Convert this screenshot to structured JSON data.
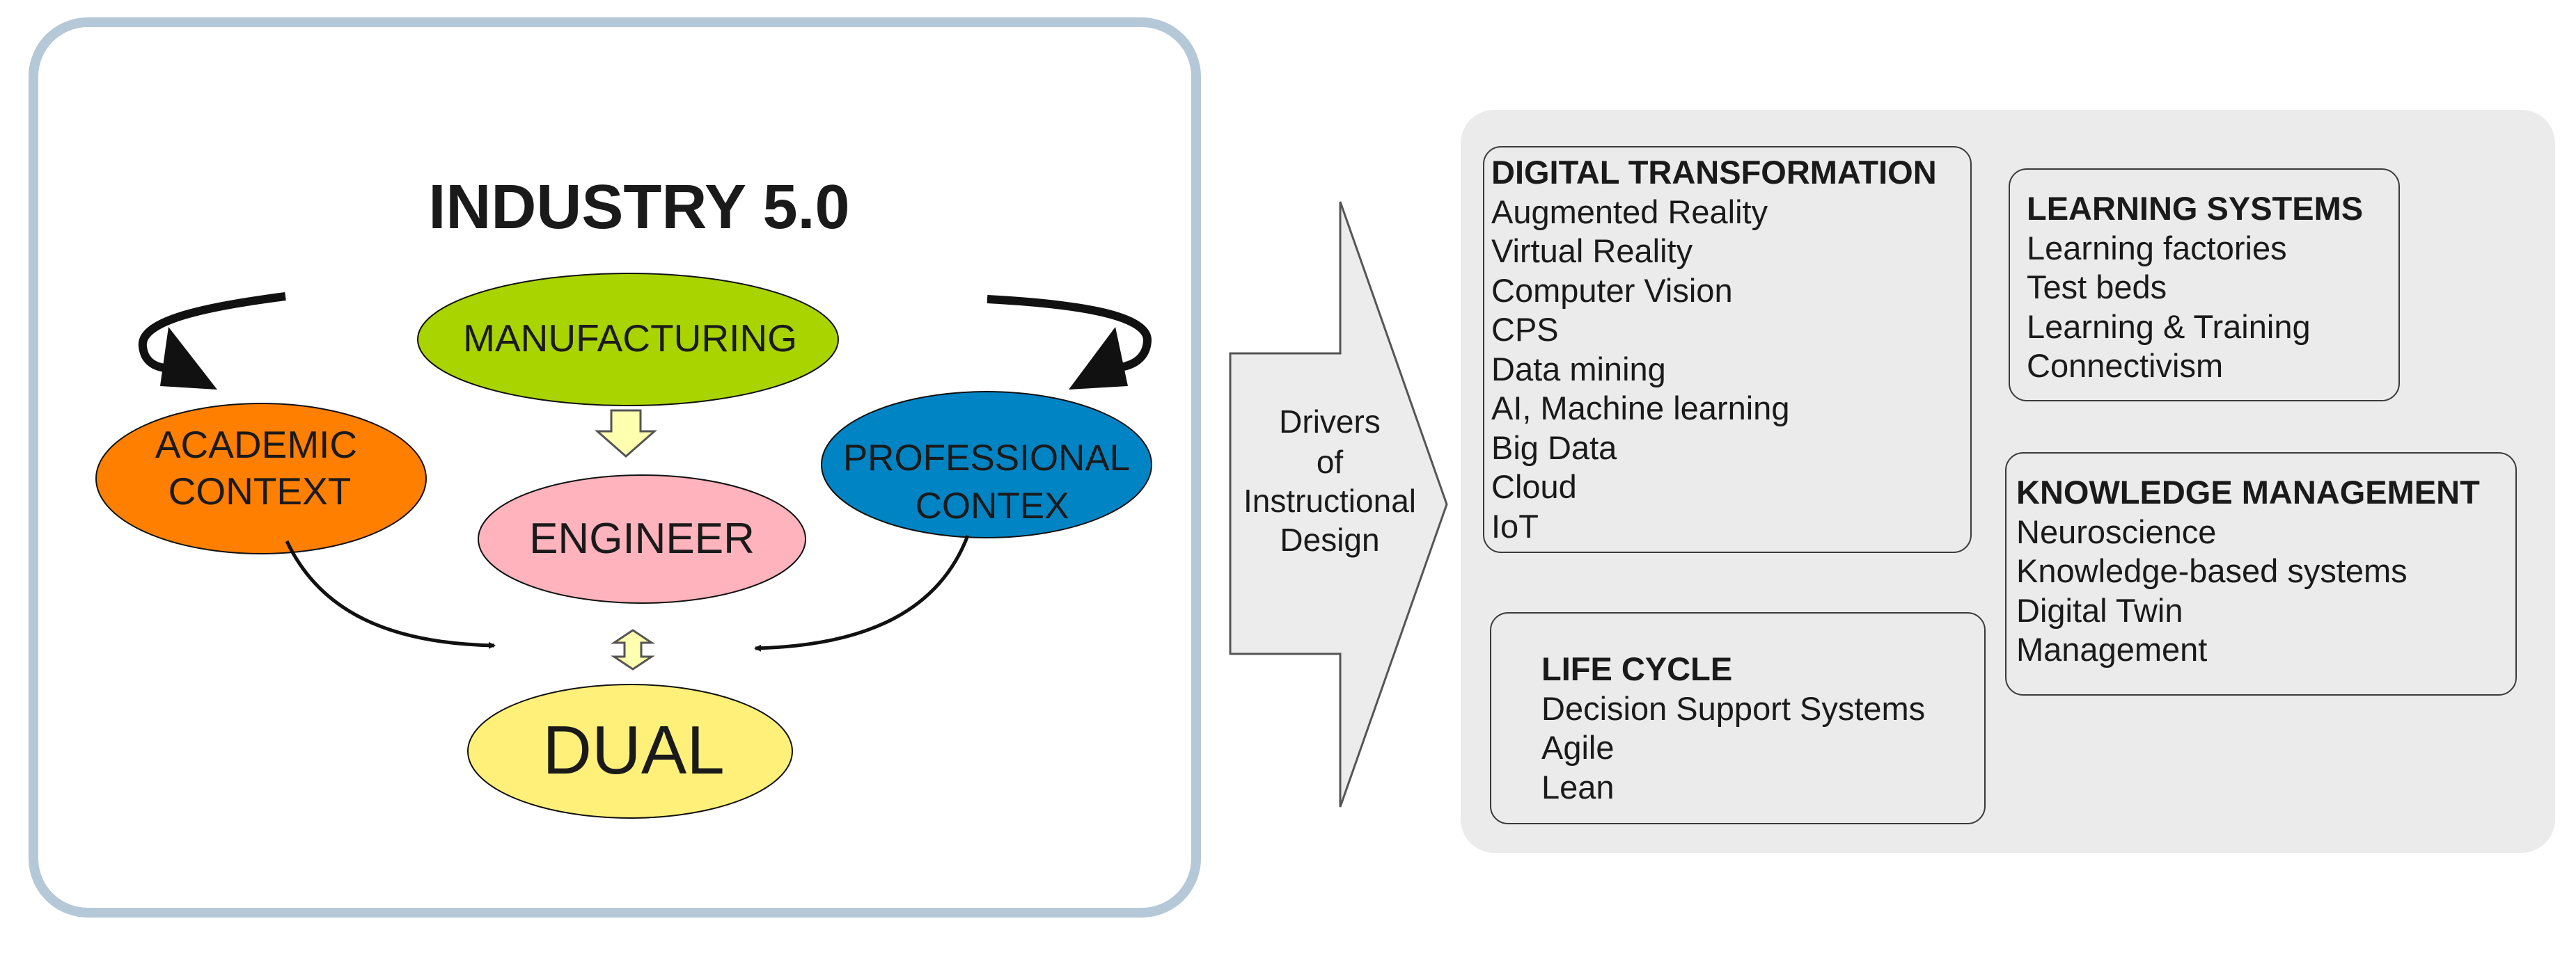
{
  "left_panel": {
    "title": "INDUSTRY 5.0",
    "nodes": {
      "manufacturing": "MANUFACTURING",
      "academic_line1": "ACADEMIC",
      "academic_line2": "CONTEXT",
      "professional_line1": "PROFESSIONAL",
      "professional_line2": "CONTEX",
      "engineer": "ENGINEER",
      "dual": "DUAL"
    },
    "colors": {
      "manufacturing": "#aad400",
      "academic": "#ff7f00",
      "professional": "#0084c4",
      "engineer": "#ffb3bd",
      "dual": "#fff07a",
      "frame": "#b4c8d8",
      "small_arrow": "#ffffb0"
    }
  },
  "big_arrow": {
    "line1": "Drivers",
    "line2": "of",
    "line3": "Instructional",
    "line4": "Design",
    "fill": "#ececec"
  },
  "right_panel": {
    "background": "#ebebeb",
    "digital_transformation": {
      "title": "DIGITAL TRANSFORMATION",
      "items": [
        "Augmented Reality",
        "Virtual Reality",
        "Computer Vision",
        "CPS",
        "Data mining",
        "AI, Machine learning",
        "Big Data",
        "Cloud",
        "IoT"
      ]
    },
    "learning_systems": {
      "title": "LEARNING SYSTEMS",
      "items": [
        "Learning factories",
        "Test beds",
        "Learning & Training",
        "Connectivism"
      ]
    },
    "knowledge_management": {
      "title": "KNOWLEDGE MANAGEMENT",
      "items": [
        "Neuroscience",
        "Knowledge-based systems",
        "Digital Twin",
        "Management"
      ]
    },
    "life_cycle": {
      "title": "LIFE CYCLE",
      "items": [
        "Decision Support Systems",
        "Agile",
        "Lean"
      ]
    }
  }
}
